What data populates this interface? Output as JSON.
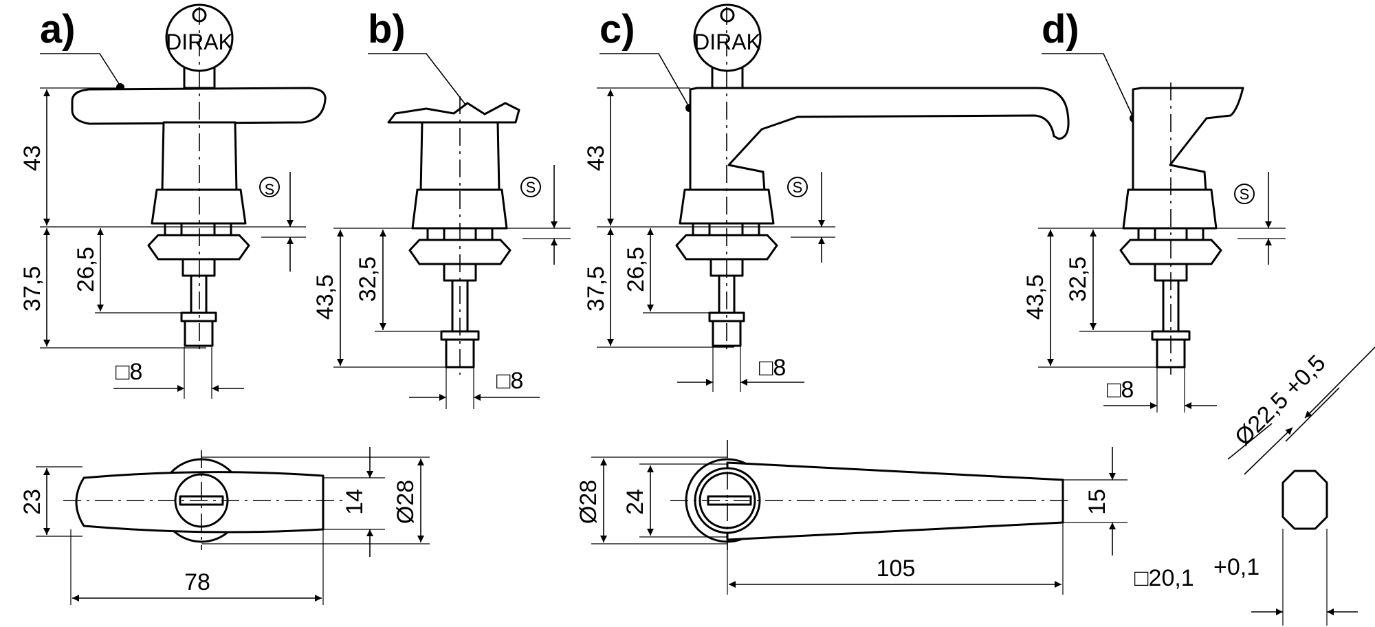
{
  "views": {
    "a": {
      "label": "a)",
      "dims": {
        "d1": "43",
        "d2": "37,5",
        "d3": "26,5",
        "sq": "□8"
      }
    },
    "b": {
      "label": "b)",
      "dims": {
        "d1": "43,5",
        "d2": "32,5",
        "sq": "□8"
      }
    },
    "c": {
      "label": "c)",
      "dims": {
        "d1": "43",
        "d2": "37,5",
        "d3": "26,5",
        "sq": "□8"
      }
    },
    "d": {
      "label": "d)",
      "dims": {
        "d1": "43,5",
        "d2": "32,5",
        "sq": "□8"
      }
    }
  },
  "brand": "DIRAK",
  "s_symbol": "S",
  "plan_t": {
    "w": "78",
    "h": "23",
    "d": "14",
    "dia": "Ø28"
  },
  "plan_l": {
    "len": "105",
    "h": "15",
    "d": "24",
    "dia": "Ø28"
  },
  "cutout": {
    "dia": "Ø22,5 +0,5",
    "sq": "□20,1",
    "tol": "+0,1"
  }
}
